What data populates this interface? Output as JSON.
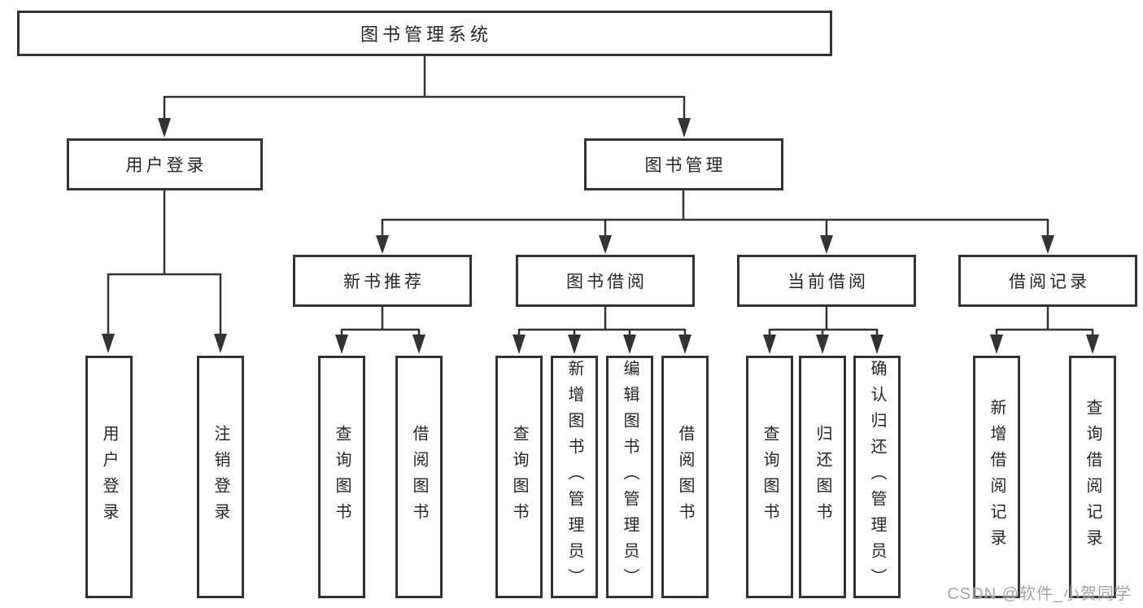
{
  "diagram": {
    "root": {
      "label": "图书管理系统"
    },
    "user_login": {
      "label": "用户登录",
      "children": [
        "用户登录",
        "注销登录"
      ]
    },
    "book_management": {
      "label": "图书管理"
    },
    "groups": [
      {
        "label": "新书推荐",
        "children": [
          "查询图书",
          "借阅图书"
        ]
      },
      {
        "label": "图书借阅",
        "children": [
          "查询图书",
          "新增图书（管理员）",
          "编辑图书（管理员）",
          "借阅图书"
        ]
      },
      {
        "label": "当前借阅",
        "children": [
          "查询图书",
          "归还图书",
          "确认归还（管理员）"
        ]
      },
      {
        "label": "借阅记录",
        "children": [
          "新增借阅记录",
          "查询借阅记录"
        ]
      }
    ]
  },
  "watermark": "CSDN @软件_小贺同学",
  "colors": {
    "line": "#333333",
    "box_border": "#333333",
    "text": "#262626",
    "watermark": "#9e9e9e",
    "background": "#ffffff"
  }
}
